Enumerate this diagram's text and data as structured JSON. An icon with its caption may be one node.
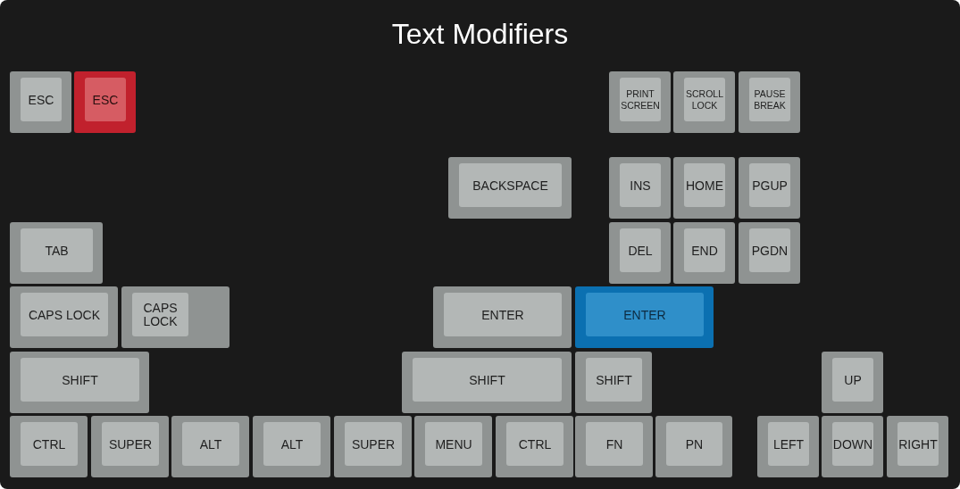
{
  "diagram": {
    "title": "Text Modifiers",
    "nodes": [
      {
        "text": [
          "ESC"
        ]
      },
      {
        "text": [
          "ESC"
        ]
      },
      {
        "text": [
          "PRINT SCREEN"
        ]
      },
      {
        "text": [
          "SCROLL LOCK"
        ]
      },
      {
        "text": [
          "PAUSE BREAK"
        ]
      },
      {
        "text": [
          "BACKSPACE"
        ]
      },
      {
        "text": [
          "INS"
        ]
      },
      {
        "text": [
          "HOME"
        ]
      },
      {
        "text": [
          "PGUP"
        ]
      },
      {
        "text": [
          "TAB"
        ]
      },
      {
        "text": [
          "DEL"
        ]
      },
      {
        "text": [
          "END"
        ]
      },
      {
        "text": [
          "PGDN"
        ]
      },
      {
        "text": [
          "CAPS LOCK"
        ]
      },
      {
        "text": [
          "CAPS LOCK"
        ]
      },
      {
        "text": [
          "ENTER"
        ]
      },
      {
        "text": [
          "ENTER"
        ]
      },
      {
        "text": [
          "SHIFT"
        ]
      },
      {
        "text": [
          "SHIFT"
        ]
      },
      {
        "text": [
          "SHIFT"
        ]
      },
      {
        "text": [
          "UP"
        ]
      },
      {
        "text": [
          "CTRL"
        ]
      },
      {
        "text": [
          "SUPER"
        ]
      },
      {
        "text": [
          "ALT"
        ]
      },
      {
        "text": [
          "ALT"
        ]
      },
      {
        "text": [
          "SUPER"
        ]
      },
      {
        "text": [
          "MENU"
        ]
      },
      {
        "text": [
          "CTRL"
        ]
      },
      {
        "text": [
          "FN"
        ]
      },
      {
        "text": [
          "PN"
        ]
      },
      {
        "text": [
          "LEFT"
        ]
      },
      {
        "text": [
          "DOWN"
        ]
      },
      {
        "text": [
          "RIGHT"
        ]
      }
    ]
  }
}
